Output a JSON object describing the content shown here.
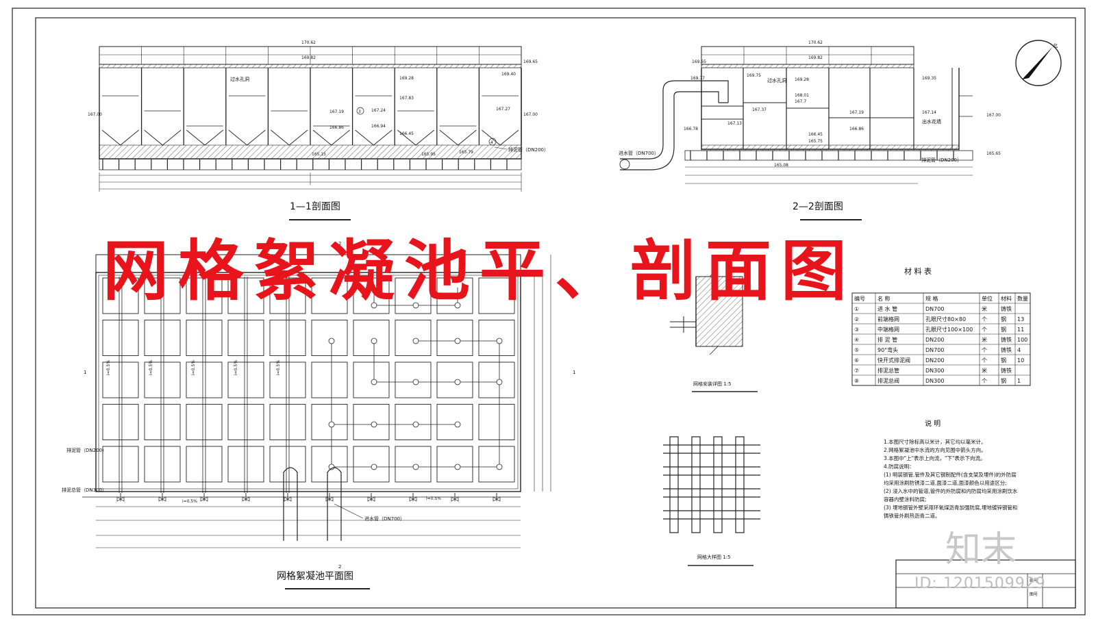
{
  "banner_title": "网格絮凝池平、剖面图",
  "section_11": {
    "caption": "1—1剖面图",
    "elevations": [
      "170.62",
      "169.82",
      "169.65",
      "169.40",
      "169.28",
      "167.83",
      "167.24",
      "167.19",
      "167.27",
      "167.00",
      "166.86",
      "166.94",
      "166.45",
      "165.95",
      "165.79",
      "165.15"
    ],
    "labels": {
      "overflow": "过水孔洞",
      "drain_pipe": "排泥管（DN200）"
    }
  },
  "section_22": {
    "caption": "2—2剖面图",
    "elevations": [
      "170.62",
      "169.82",
      "169.65",
      "169.77",
      "169.75",
      "169.28",
      "169.35",
      "168.01",
      "167.7",
      "167.37",
      "167.19",
      "167.14",
      "167.13",
      "167.00",
      "166.86",
      "166.78",
      "166.45",
      "165.75",
      "165.65",
      "165.08"
    ],
    "labels": {
      "inlet": "进水管（DN700）",
      "overflow": "过水孔洞",
      "drain_pipe": "排泥管（DN200）",
      "outlet": "出水花墙"
    }
  },
  "north_label": "北",
  "plan": {
    "caption": "网格絮凝池平面图",
    "slope": "i=0.5%",
    "drain_pipe": "排泥管（DN200）",
    "drain_main": "排泥总管（DN300）",
    "inlet": "进水管（DN700）",
    "sec_mark_top": "2",
    "sec_mark_bottom": "2",
    "sec_mark_left": "1",
    "sec_mark_right": "1"
  },
  "detail_install": {
    "caption": "网格安装详图  1:5"
  },
  "detail_grid": {
    "caption": "网格大样图  1:5"
  },
  "material_table": {
    "title": "材 料 表",
    "headers": [
      "编号",
      "名  称",
      "规  格",
      "单位",
      "材料",
      "数量"
    ],
    "rows": [
      [
        "①",
        "进 水 管",
        "DN700",
        "米",
        "铸铁",
        ""
      ],
      [
        "②",
        "前端格网",
        "孔眼尺寸80×80",
        "个",
        "钢",
        "13"
      ],
      [
        "③",
        "中端格网",
        "孔眼尺寸100×100",
        "个",
        "钢",
        "11"
      ],
      [
        "④",
        "排 泥 管",
        "DN200",
        "米",
        "铸铁",
        "100"
      ],
      [
        "⑤",
        "90°弯头",
        "DN700",
        "个",
        "铸铁",
        "4"
      ],
      [
        "⑥",
        "快开式排泥阀",
        "DN200",
        "个",
        "钢",
        "10"
      ],
      [
        "⑦",
        "排泥总管",
        "DN300",
        "米",
        "铸铁",
        ""
      ],
      [
        "⑧",
        "排泥总阀",
        "DN300",
        "个",
        "钢",
        "1"
      ]
    ]
  },
  "notes": {
    "title": "说    明",
    "lines": [
      "1.本图尺寸除标高以米计，其它均以毫米计。",
      "2.网格絮凝池中水流的方向见图中箭头方向。",
      "3.本图中\"上\"表示上向流，\"下\"表示下向流。",
      "4.防腐说明：",
      "   (1) 明装钢管,管件及其它钢制配件(含支架及埋件)的外防腐",
      "均采用涂刷防锈漆二道,面漆二道,面漆颜色以用途区分;",
      "   (2) 浸入水中的管道,管件的外防腐和内防腐均采用涂刷饮水",
      "容器内壁涂料防腐;",
      "   (3) 埋地钢管外壁采用环氧煤沥青加强防腐,埋地镀锌钢管和",
      "铸铁管外刷热沥青二道。"
    ]
  },
  "title_block": {
    "row1": "编号",
    "row2": "图号"
  },
  "watermark": {
    "logo": "知末",
    "id": "ID: 1201509929"
  }
}
